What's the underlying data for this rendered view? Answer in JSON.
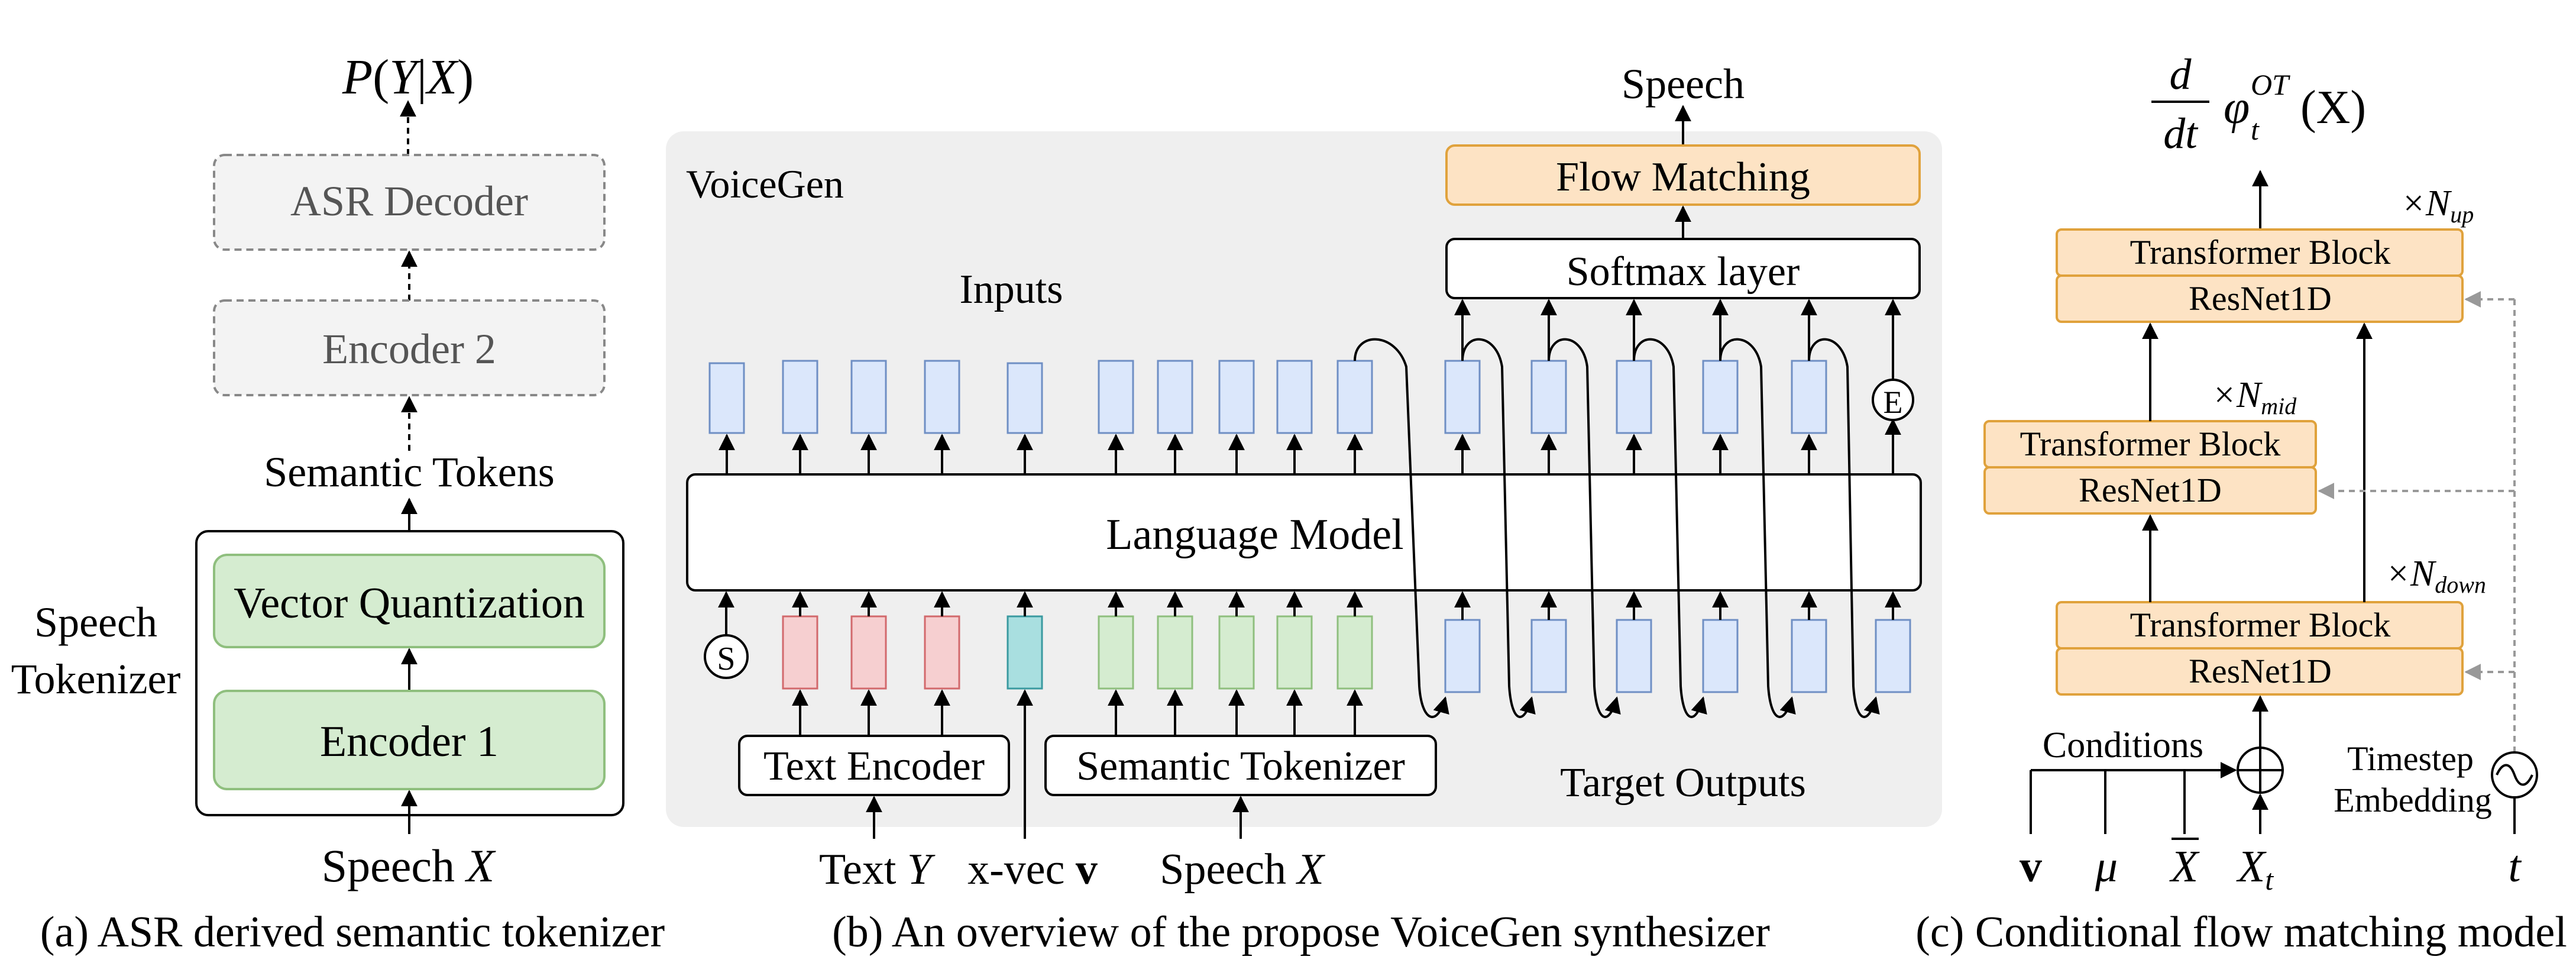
{
  "colors": {
    "panel_bg": "#efefef",
    "green_fill": "#d5ecd0",
    "green_stroke": "#8fbf7e",
    "orange_fill": "#fde3c4",
    "orange_stroke": "#e0a23c",
    "blue_fill": "#dbe7fb",
    "blue_stroke": "#6f8fc4",
    "red_fill": "#f6cfd0",
    "red_stroke": "#d2696c",
    "teal_fill": "#a9dfe0",
    "teal_stroke": "#3a9aa0",
    "dashed_box_fill": "#f3f3f3",
    "dashed_stroke": "#888888",
    "line": "#000000",
    "dash_arrow": "#999999"
  },
  "panel_a": {
    "output_p": "P",
    "output_y": "Y",
    "output_x": "X",
    "asr_decoder": "ASR Decoder",
    "encoder2": "Encoder 2",
    "semantic_tokens": "Semantic Tokens",
    "tokenizer_line1": "Speech",
    "tokenizer_line2": "Tokenizer",
    "vector_quantization": "Vector Quantization",
    "encoder1": "Encoder 1",
    "input_word": "Speech",
    "input_var": "X",
    "caption": "(a) ASR derived semantic tokenizer"
  },
  "panel_b": {
    "title": "VoiceGen",
    "output": "Speech",
    "flow_matching": "Flow Matching",
    "softmax": "Softmax layer",
    "inputs_label": "Inputs",
    "language_model": "Language Model",
    "start_token": "S",
    "end_token": "E",
    "text_encoder": "Text Encoder",
    "semantic_tokenizer": "Semantic Tokenizer",
    "target_outputs": "Target Outputs",
    "input_text_word": "Text",
    "input_text_var": "Y",
    "input_xvec_word": "x-vec",
    "input_xvec_var": "v",
    "input_speech_word": "Speech",
    "input_speech_var": "X",
    "caption": "(b) An overview of the propose VoiceGen synthesizer"
  },
  "panel_c": {
    "output_num": "d",
    "output_den": "dt",
    "output_phi": "φ",
    "output_sup": "OT",
    "output_sub": "t",
    "output_arg": "(X)",
    "up_label": "×N",
    "up_sub": "up",
    "mid_label": "×N",
    "mid_sub": "mid",
    "down_label": "×N",
    "down_sub": "down",
    "transformer_block": "Transformer Block",
    "resnet1d": "ResNet1D",
    "conditions": "Conditions",
    "timestep_line1": "Timestep",
    "timestep_line2": "Embedding",
    "in_v": "v",
    "in_mu": "μ",
    "in_xbar": "X",
    "in_xt": "X",
    "in_xt_sub": "t",
    "in_t": "t",
    "caption": "(c) Conditional flow matching model"
  }
}
